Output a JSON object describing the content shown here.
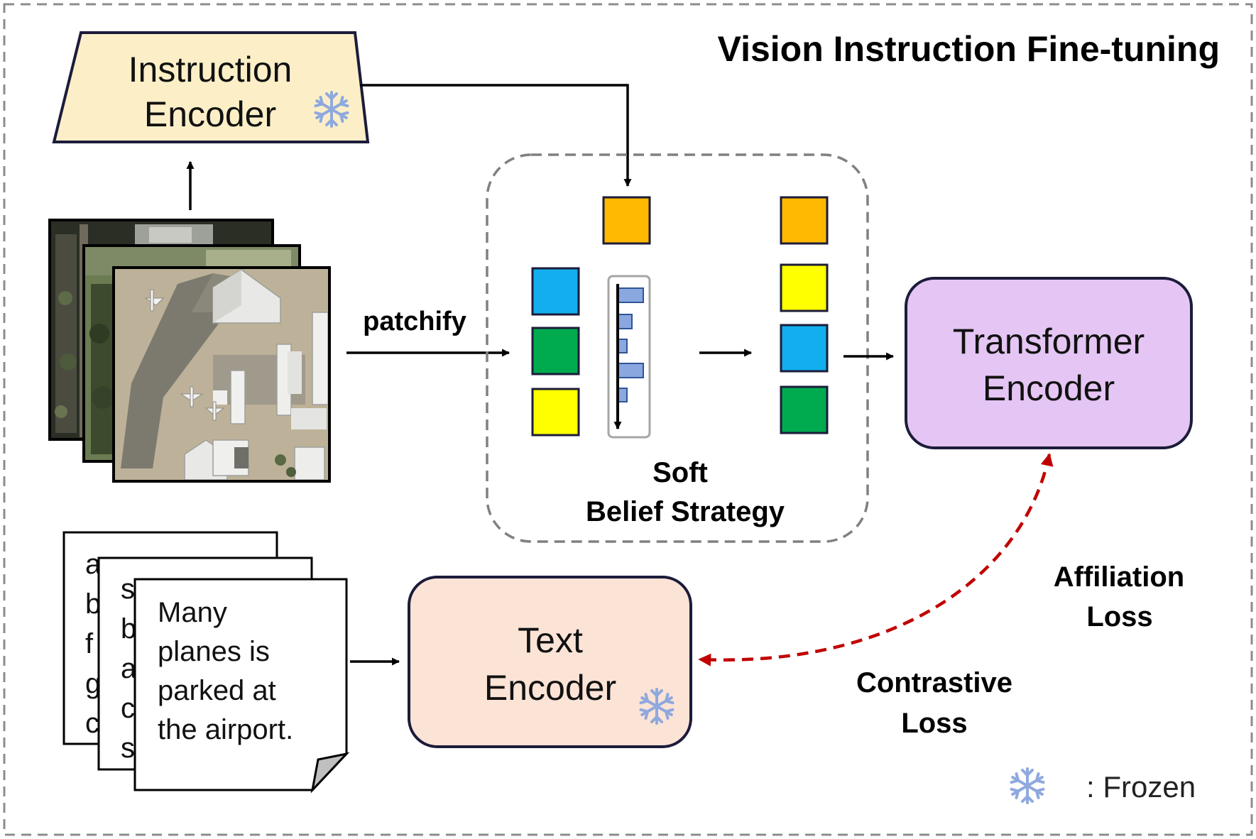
{
  "title": "Vision Instruction Fine-tuning",
  "instruction_encoder": {
    "line1": "Instruction",
    "line2": "Encoder"
  },
  "patchify_label": "patchify",
  "soft_belief": {
    "line1": "Soft",
    "line2": "Belief Strategy"
  },
  "transformer_encoder": {
    "line1": "Transformer",
    "line2": "Encoder"
  },
  "text_encoder": {
    "line1": "Text",
    "line2": "Encoder"
  },
  "caption": {
    "lines": [
      "Many",
      "planes is",
      "parked at",
      "the airport."
    ],
    "back_page_1_letters": [
      "a",
      "b",
      "f",
      "g",
      "c"
    ],
    "back_page_2_letters": [
      "s",
      "b",
      "a",
      "c",
      "s"
    ]
  },
  "affiliation_loss": {
    "line1": "Affiliation",
    "line2": "Loss"
  },
  "contrastive_loss": {
    "line1": "Contrastive",
    "line2": "Loss"
  },
  "legend": {
    "text": ": Frozen",
    "icon": "snowflake-icon"
  },
  "colors": {
    "instruction_encoder_fill": "#fcefc7",
    "transformer_encoder_fill": "#e4c5f3",
    "text_encoder_fill": "#fbe3d6",
    "token_orange": "#ffb900",
    "token_blue": "#12aeee",
    "token_green": "#00aa4f",
    "token_yellow": "#ffff00",
    "loss_arrow": "#c00000",
    "snowflake": "#8fa9de"
  }
}
